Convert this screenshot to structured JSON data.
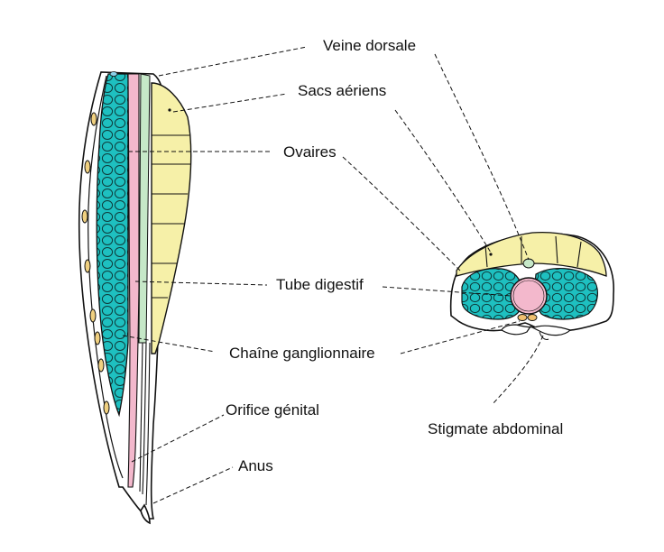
{
  "labels": {
    "veine_dorsale": "Veine dorsale",
    "sacs_aeriens": "Sacs aériens",
    "ovaires": "Ovaires",
    "tube_digestif": "Tube digestif",
    "chaine_ganglionnaire": "Chaîne ganglionnaire",
    "orifice_genital": "Orifice génital",
    "anus": "Anus",
    "stigmate_abdominal": "Stigmate abdominal"
  },
  "colors": {
    "ovaries": "#1ec0c0",
    "air_sacs": "#f6f0a8",
    "digestive_tube": "#f3b8cc",
    "dorsal_vein": "#c6e8c8",
    "ganglia": "#f0c070",
    "outline": "#111111"
  }
}
